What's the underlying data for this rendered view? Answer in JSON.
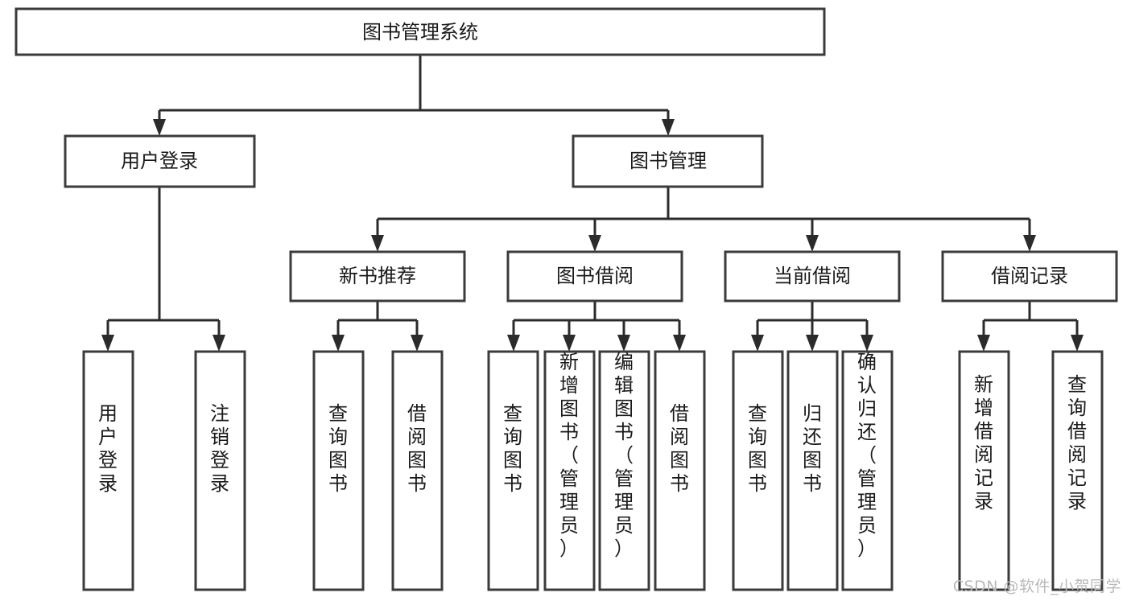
{
  "diagram": {
    "title": "图书管理系统",
    "type": "tree-hierarchy-diagram",
    "colors": {
      "box_fill": "#ffffff",
      "box_stroke": "#3b3b3b",
      "connector": "#2b2b2b",
      "text": "#1a1a1a",
      "watermark": "#b9b9b9",
      "background": "#ffffff"
    },
    "root": {
      "label": "图书管理系统"
    },
    "level2": [
      {
        "label": "用户登录"
      },
      {
        "label": "图书管理"
      }
    ],
    "level3": [
      {
        "label": "新书推荐"
      },
      {
        "label": "图书借阅"
      },
      {
        "label": "当前借阅"
      },
      {
        "label": "借阅记录"
      }
    ],
    "leaves": {
      "user_login": [
        {
          "label": "用户登录"
        },
        {
          "label": "注销登录"
        }
      ],
      "new_book_recommend": [
        {
          "label": "查询图书"
        },
        {
          "label": "借阅图书"
        }
      ],
      "book_borrow": [
        {
          "label": "查询图书"
        },
        {
          "label": "新增图书（管理员）"
        },
        {
          "label": "编辑图书（管理员）"
        },
        {
          "label": "借阅图书"
        }
      ],
      "current_borrow": [
        {
          "label": "查询图书"
        },
        {
          "label": "归还图书"
        },
        {
          "label": "确认归还（管理员）"
        }
      ],
      "borrow_record": [
        {
          "label": "新增借阅记录"
        },
        {
          "label": "查询借阅记录"
        }
      ]
    }
  },
  "watermark": {
    "text": "CSDN @软件_小贺同学"
  }
}
